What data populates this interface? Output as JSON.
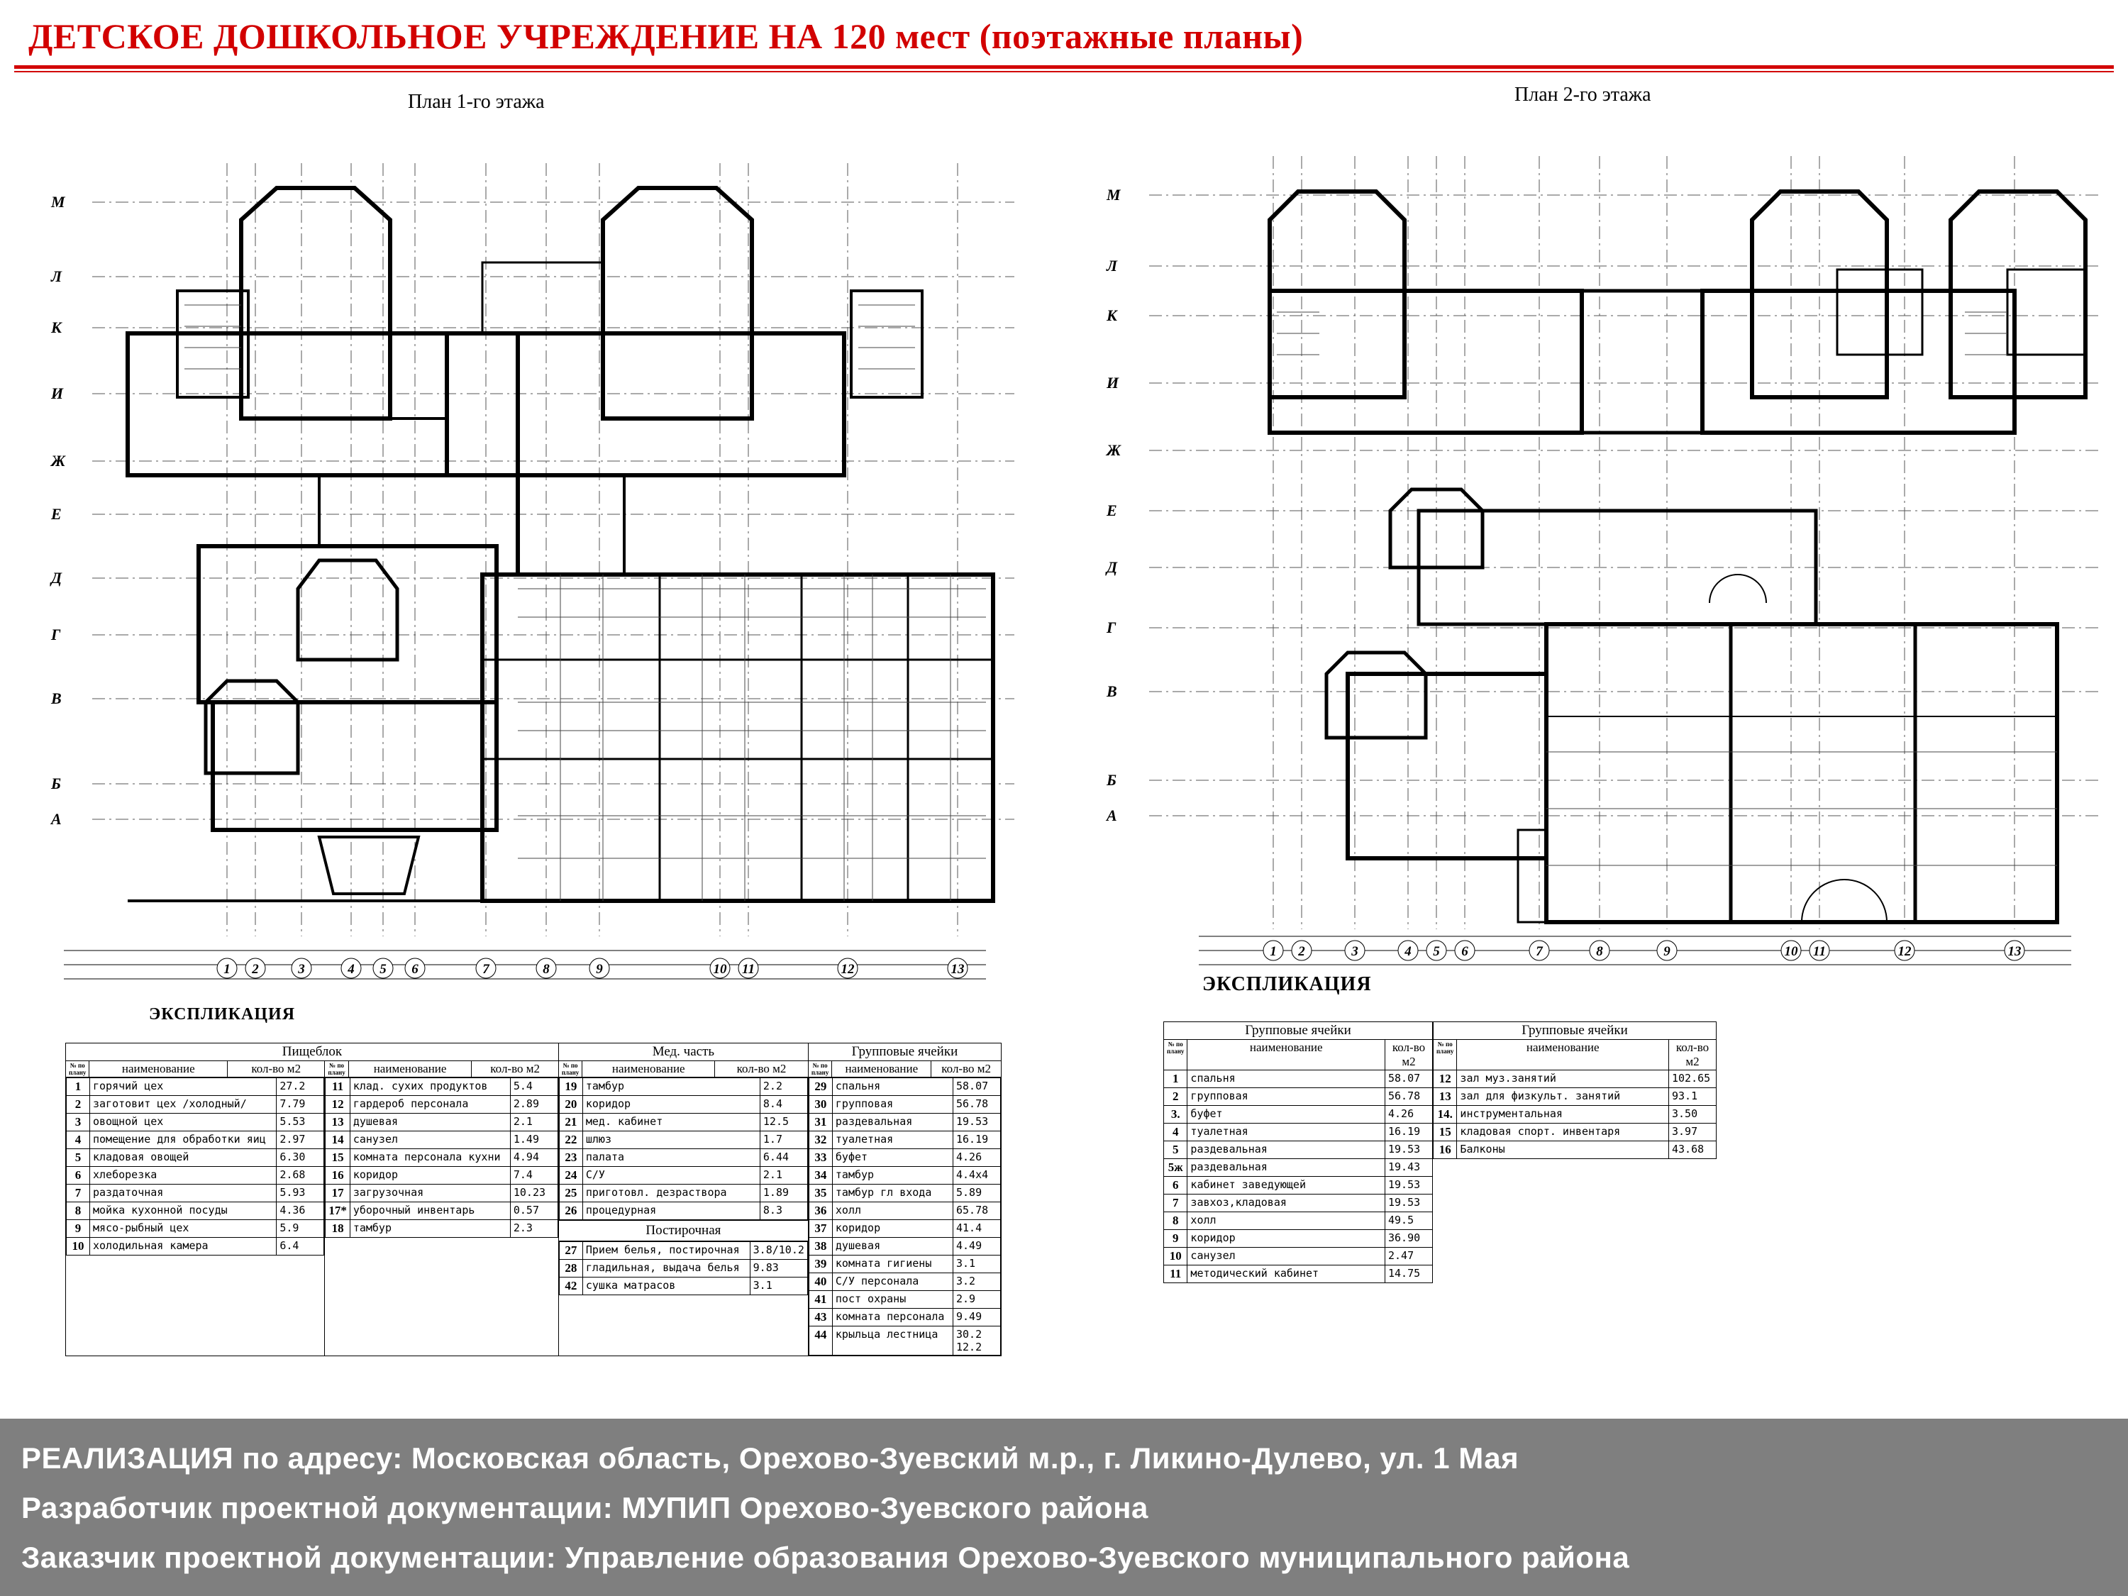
{
  "title": "ДЕТСКОЕ ДОШКОЛЬНОЕ УЧРЕЖДЕНИЕ НА 120 мест (поэтажные планы)",
  "plan1": {
    "caption": "План 1-го этажа",
    "rows": [
      "М",
      "Л",
      "К",
      "И",
      "Ж",
      "Е",
      "Д",
      "Г",
      "В",
      "Б",
      "А"
    ],
    "cols": [
      "1",
      "2",
      "3",
      "4",
      "5",
      "6",
      "7",
      "8",
      "9",
      "10",
      "11",
      "12",
      "13"
    ]
  },
  "plan2": {
    "caption": "План 2-го этажа",
    "rows": [
      "М",
      "Л",
      "К",
      "И",
      "Ж",
      "Е",
      "Д",
      "Г",
      "В",
      "Б",
      "А"
    ],
    "cols": [
      "1",
      "2",
      "3",
      "4",
      "5",
      "6",
      "7",
      "8",
      "9",
      "10",
      "11",
      "12",
      "13"
    ]
  },
  "explication1": {
    "title": "ЭКСПЛИКАЦИЯ",
    "sections": {
      "kitchen": "Пищеблок",
      "med": "Мед. часть",
      "laundry": "Постирочная",
      "groups": "Групповые ячейки"
    },
    "headers": {
      "name": "наименование",
      "qty": "кол-во м2",
      "no": "№ по плану"
    },
    "kitchen_a": [
      {
        "n": "1",
        "name": "горячий цех",
        "v": "27.2"
      },
      {
        "n": "2",
        "name": "заготовит цех /холодный/",
        "v": "7.79"
      },
      {
        "n": "3",
        "name": "овощной цех",
        "v": "5.53"
      },
      {
        "n": "4",
        "name": "помещение для обработки яиц",
        "v": "2.97"
      },
      {
        "n": "5",
        "name": "кладовая овощей",
        "v": "6.30"
      },
      {
        "n": "6",
        "name": "хлеборезка",
        "v": "2.68"
      },
      {
        "n": "7",
        "name": "раздаточная",
        "v": "5.93"
      },
      {
        "n": "8",
        "name": "мойка кухонной посуды",
        "v": "4.36"
      },
      {
        "n": "9",
        "name": "мясо-рыбный цех",
        "v": "5.9"
      },
      {
        "n": "10",
        "name": "холодильная камера",
        "v": "6.4"
      }
    ],
    "kitchen_b": [
      {
        "n": "11",
        "name": "клад. сухих продуктов",
        "v": "5.4"
      },
      {
        "n": "12",
        "name": "гардероб персонала",
        "v": "2.89"
      },
      {
        "n": "13",
        "name": "душевая",
        "v": "2.1"
      },
      {
        "n": "14",
        "name": "санузел",
        "v": "1.49"
      },
      {
        "n": "15",
        "name": "комната персонала кухни",
        "v": "4.94"
      },
      {
        "n": "16",
        "name": "коридор",
        "v": "7.4"
      },
      {
        "n": "17",
        "name": "загрузочная",
        "v": "10.23"
      },
      {
        "n": "17*",
        "name": "уборочный инвентарь",
        "v": "0.57"
      },
      {
        "n": "18",
        "name": "тамбур",
        "v": "2.3"
      }
    ],
    "med": [
      {
        "n": "19",
        "name": "тамбур",
        "v": "2.2"
      },
      {
        "n": "20",
        "name": "коридор",
        "v": "8.4"
      },
      {
        "n": "21",
        "name": "мед. кабинет",
        "v": "12.5"
      },
      {
        "n": "22",
        "name": "шлюз",
        "v": "1.7"
      },
      {
        "n": "23",
        "name": "палата",
        "v": "6.44"
      },
      {
        "n": "24",
        "name": "С/У",
        "v": "2.1"
      },
      {
        "n": "25",
        "name": "приготовл. дезраствора",
        "v": "1.89"
      },
      {
        "n": "26",
        "name": "процедурная",
        "v": "8.3"
      }
    ],
    "laundry": [
      {
        "n": "27",
        "name": "Прием белья, постирочная",
        "v": "3.8/10.2"
      },
      {
        "n": "28",
        "name": "гладильная, выдача белья",
        "v": "9.83"
      },
      {
        "n": "42",
        "name": "сушка матрасов",
        "v": "3.1"
      }
    ],
    "groups": [
      {
        "n": "29",
        "name": "спальня",
        "v": "58.07"
      },
      {
        "n": "30",
        "name": "групповая",
        "v": "56.78"
      },
      {
        "n": "31",
        "name": "раздевальная",
        "v": "19.53"
      },
      {
        "n": "32",
        "name": "туалетная",
        "v": "16.19"
      },
      {
        "n": "33",
        "name": "буфет",
        "v": "4.26"
      },
      {
        "n": "34",
        "name": "тамбур",
        "v": "4.4x4"
      },
      {
        "n": "35",
        "name": "тамбур гл входа",
        "v": "5.89"
      },
      {
        "n": "36",
        "name": "холл",
        "v": "65.78"
      },
      {
        "n": "37",
        "name": "коридор",
        "v": "41.4"
      },
      {
        "n": "38",
        "name": "душевая",
        "v": "4.49"
      },
      {
        "n": "39",
        "name": "комната гигиены",
        "v": "3.1"
      },
      {
        "n": "40",
        "name": "С/У персонала",
        "v": "3.2"
      },
      {
        "n": "41",
        "name": "пост охраны",
        "v": "2.9"
      },
      {
        "n": "43",
        "name": "комната персонала",
        "v": "9.49"
      },
      {
        "n": "44",
        "name": "крыльца лестница",
        "v": "30.2 12.2"
      }
    ]
  },
  "explication2": {
    "title": "ЭКСПЛИКАЦИЯ",
    "sections": {
      "left": "Групповые ячейки",
      "right": "Групповые ячейки"
    },
    "headers": {
      "name": "наименование",
      "qty": "кол-во м2",
      "no": "№ по плану"
    },
    "left": [
      {
        "n": "1",
        "name": "спальня",
        "v": "58.07"
      },
      {
        "n": "2",
        "name": "групповая",
        "v": "56.78"
      },
      {
        "n": "3.",
        "name": "буфет",
        "v": "4.26"
      },
      {
        "n": "4",
        "name": "туалетная",
        "v": "16.19"
      },
      {
        "n": "5",
        "name": "раздевальная",
        "v": "19.53"
      },
      {
        "n": "5ж",
        "name": "раздевальная",
        "v": "19.43"
      },
      {
        "n": "6",
        "name": "кабинет заведующей",
        "v": "19.53"
      },
      {
        "n": "7",
        "name": "завхоз,кладовая",
        "v": "19.53"
      },
      {
        "n": "8",
        "name": "холл",
        "v": "49.5"
      },
      {
        "n": "9",
        "name": "коридор",
        "v": "36.90"
      },
      {
        "n": "10",
        "name": "санузел",
        "v": "2.47"
      },
      {
        "n": "11",
        "name": "методический кабинет",
        "v": "14.75"
      }
    ],
    "right": [
      {
        "n": "12",
        "name": "зал муз.занятий",
        "v": "102.65"
      },
      {
        "n": "13",
        "name": "зал для физкульт. занятий",
        "v": "93.1"
      },
      {
        "n": "14.",
        "name": "инструментальная",
        "v": "3.50"
      },
      {
        "n": "15",
        "name": "кладовая спорт. инвентаря",
        "v": "3.97"
      },
      {
        "n": "16",
        "name": "Балконы",
        "v": "43.68"
      }
    ]
  },
  "footer": {
    "line1": "РЕАЛИЗАЦИЯ  по адресу: Московская область, Орехово-Зуевский м.р., г. Ликино-Дулево, ул. 1 Мая",
    "line2": "Разработчик проектной документации: МУПИП Орехово-Зуевского района",
    "line3": "Заказчик проектной документации: Управление образования Орехово-Зуевского муниципального района"
  }
}
